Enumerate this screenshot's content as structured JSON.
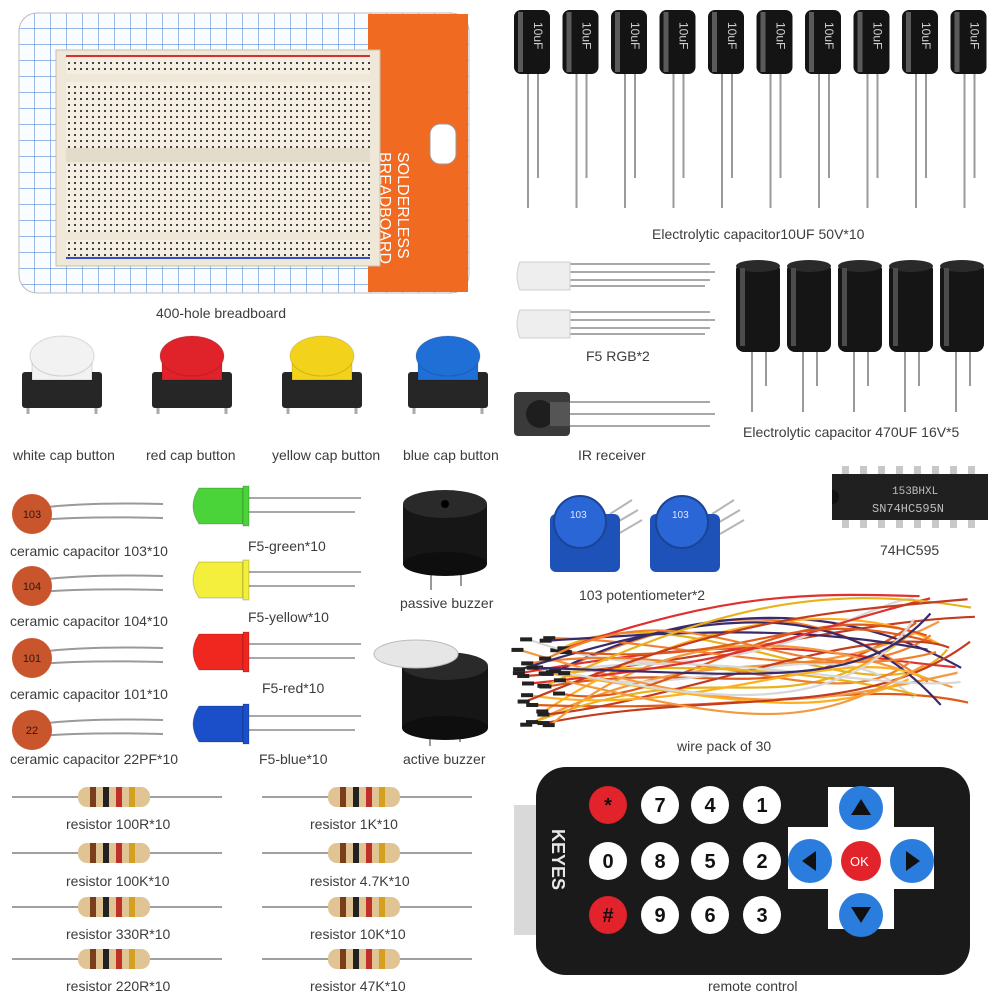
{
  "breadboard": {
    "label": "400-hole breadboard",
    "card_text_1": "SOLDERLESS",
    "card_text_2": "BREADBOARD"
  },
  "capacitor_10uf": {
    "label": "Electrolytic capacitor10UF 50V*10",
    "body_text": "10uF"
  },
  "rgb_led": {
    "label": "F5 RGB*2"
  },
  "capacitor_470uf": {
    "label": "Electrolytic capacitor 470UF 16V*5"
  },
  "ir_receiver": {
    "label": "IR receiver"
  },
  "buttons": [
    {
      "label": "white cap button",
      "color": "#f2f2f2"
    },
    {
      "label": "red cap button",
      "color": "#e0232b"
    },
    {
      "label": "yellow cap button",
      "color": "#f2d21a"
    },
    {
      "label": "blue cap button",
      "color": "#1f6fd6"
    }
  ],
  "ceramic_caps": [
    {
      "label": "ceramic capacitor 103*10",
      "code": "103"
    },
    {
      "label": "ceramic capacitor 104*10",
      "code": "104"
    },
    {
      "label": "ceramic capacitor 101*10",
      "code": "101"
    },
    {
      "label": "ceramic capacitor 22PF*10",
      "code": "22"
    }
  ],
  "leds": [
    {
      "label": "F5-green*10",
      "color": "#4bd33a"
    },
    {
      "label": "F5-yellow*10",
      "color": "#f3ef3c"
    },
    {
      "label": "F5-red*10",
      "color": "#f0271f"
    },
    {
      "label": "F5-blue*10",
      "color": "#1a4fc9"
    }
  ],
  "passive_buzzer": {
    "label": "passive buzzer"
  },
  "active_buzzer": {
    "label": "active buzzer"
  },
  "potentiometer": {
    "label": "103 potentiometer*2",
    "cap_text": "103"
  },
  "ic": {
    "label": "74HC595",
    "chip_text": "SN74HC595N",
    "chip_text_2": "153BHXL"
  },
  "wires": {
    "label": "wire pack of 30"
  },
  "resistors": [
    {
      "label": "resistor 100R*10"
    },
    {
      "label": "resistor 1K*10"
    },
    {
      "label": "resistor 100K*10"
    },
    {
      "label": "resistor 4.7K*10"
    },
    {
      "label": "resistor 330R*10"
    },
    {
      "label": "resistor 10K*10"
    },
    {
      "label": "resistor 220R*10"
    },
    {
      "label": "resistor 47K*10"
    }
  ],
  "remote": {
    "label": "remote control",
    "brand": "KEYES",
    "keys": [
      "*",
      "7",
      "4",
      "1",
      "0",
      "8",
      "5",
      "2",
      "#",
      "9",
      "6",
      "3"
    ],
    "ok": "OK"
  }
}
